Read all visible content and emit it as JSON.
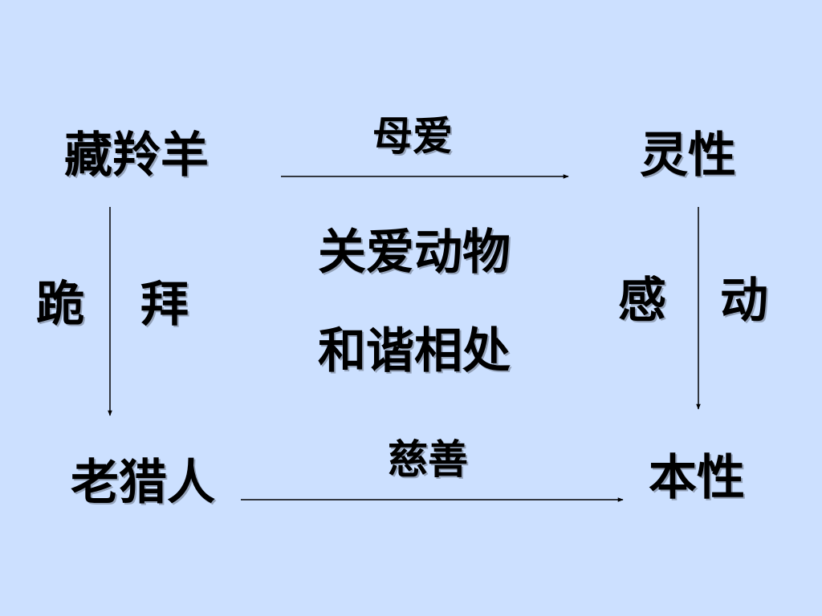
{
  "slide": {
    "background": "#cce0ff",
    "text_color": "#000000",
    "line_color": "#000000"
  },
  "nodes": {
    "top_left": "藏羚羊",
    "top_right": "灵性",
    "bottom_left": "老猎人",
    "bottom_right": "本性"
  },
  "edges": {
    "top_label": "母爱",
    "bottom_label": "慈善",
    "left_label_1": "跪",
    "left_label_2": "拜",
    "right_label_1": "感",
    "right_label_2": "动"
  },
  "center": {
    "line_1": "关爱动物",
    "line_2": "和谐相处"
  }
}
